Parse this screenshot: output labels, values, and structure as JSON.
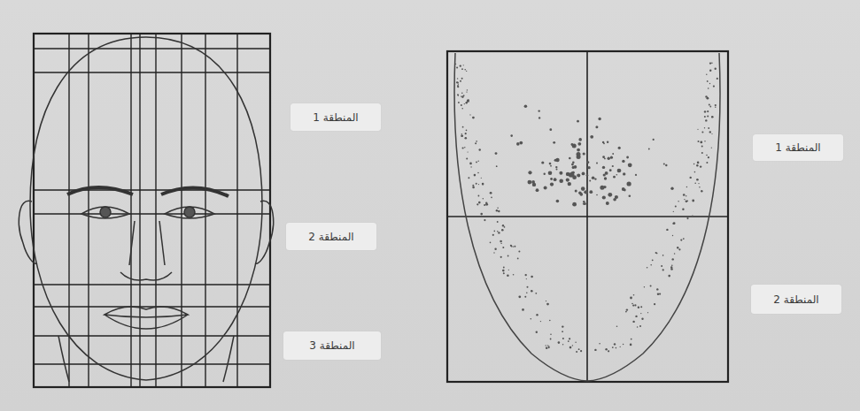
{
  "diagram": {
    "nodes": [
      {
        "text": [
          "المنطقة 1"
        ]
      },
      {
        "text": [
          "المنطقة 2"
        ]
      },
      {
        "text": [
          "المنطقة 3"
        ]
      },
      {
        "text": [
          "المنطقة 1"
        ]
      },
      {
        "text": [
          "المنطقة 2"
        ]
      }
    ]
  }
}
